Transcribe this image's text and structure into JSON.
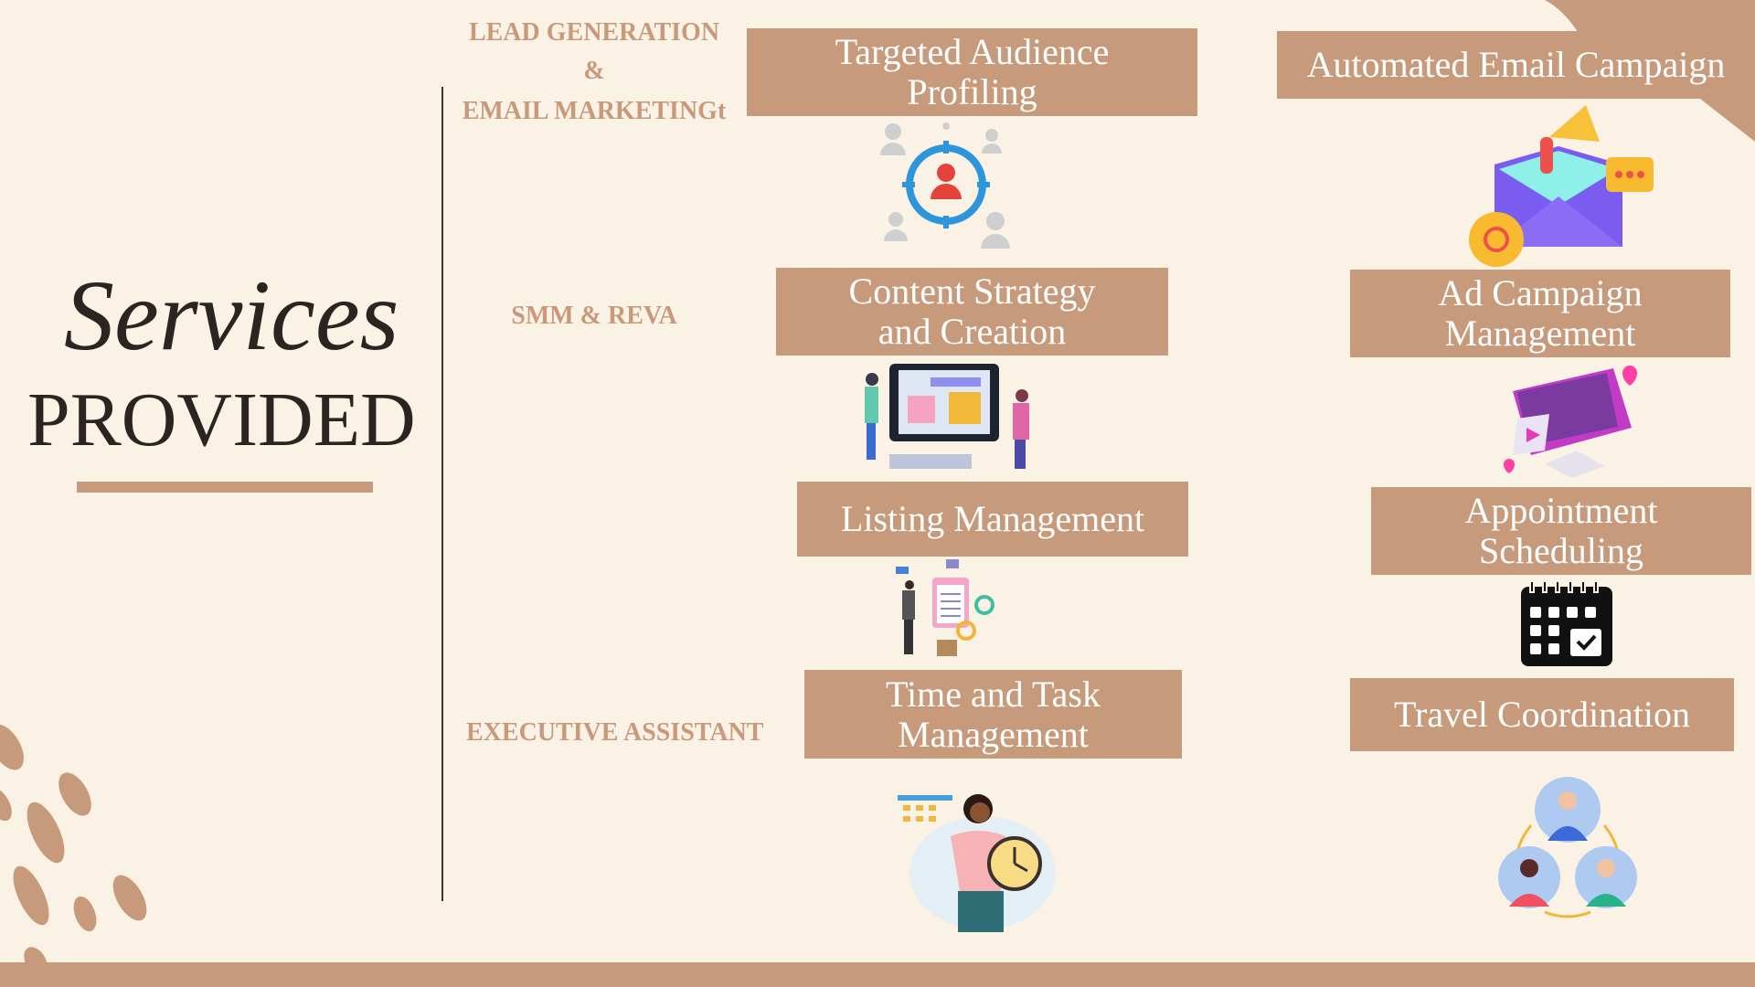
{
  "title": {
    "script": "Services",
    "main": "PROVIDED"
  },
  "categories": {
    "lead_gen": [
      "LEAD  GENERATION",
      "&",
      "EMAIL MARKETINGt"
    ],
    "smm": "SMM & REVA",
    "exec": "EXECUTIVE ASSISTANT"
  },
  "services": [
    {
      "lines": [
        "Targeted Audience",
        "Profiling"
      ],
      "icon": "target-audience-icon"
    },
    {
      "lines": [
        "Automated Email Campaign"
      ],
      "icon": "email-megaphone-icon"
    },
    {
      "lines": [
        "Content Strategy",
        "and Creation"
      ],
      "icon": "content-creation-icon"
    },
    {
      "lines": [
        "Ad Campaign",
        "Management"
      ],
      "icon": "ad-campaign-icon"
    },
    {
      "lines": [
        "Listing Management"
      ],
      "icon": "listing-planning-icon"
    },
    {
      "lines": [
        "Appointment",
        "Scheduling"
      ],
      "icon": "calendar-icon"
    },
    {
      "lines": [
        "Time and Task",
        "Management"
      ],
      "icon": "time-management-icon"
    },
    {
      "lines": [
        "Travel Coordination"
      ],
      "icon": "team-travel-icon"
    }
  ],
  "colors": {
    "background": "#faf2e5",
    "accent": "#c69a7b",
    "text_dark": "#2b2522",
    "heading": "#c9997a"
  }
}
